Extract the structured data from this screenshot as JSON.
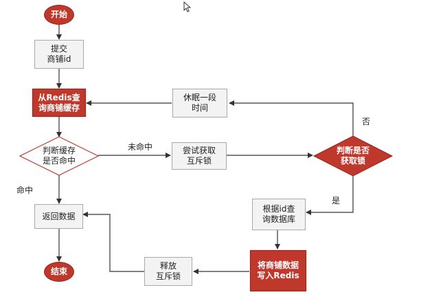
{
  "nodes": {
    "start": "开始",
    "submit": "提交\n商铺id",
    "query_redis": "从Redis查\n询商铺缓存",
    "check_cache": "判断缓存\n是否命中",
    "try_lock": "尝试获取\n互斥锁",
    "check_lock": "判断是否\n获取锁",
    "sleep": "休眠一段\n时间",
    "query_db": "根据id查\n询数据库",
    "write_redis": "将商铺数据\n写入Redis",
    "release_lock": "释放\n互斥锁",
    "return_data": "返回数据",
    "end": "结束"
  },
  "edge_labels": {
    "miss": "未命中",
    "hit": "命中",
    "no": "否",
    "yes": "是"
  },
  "colors": {
    "red_fill": "#c0372b",
    "gray_fill": "#f3f3f3",
    "line": "#333333"
  }
}
